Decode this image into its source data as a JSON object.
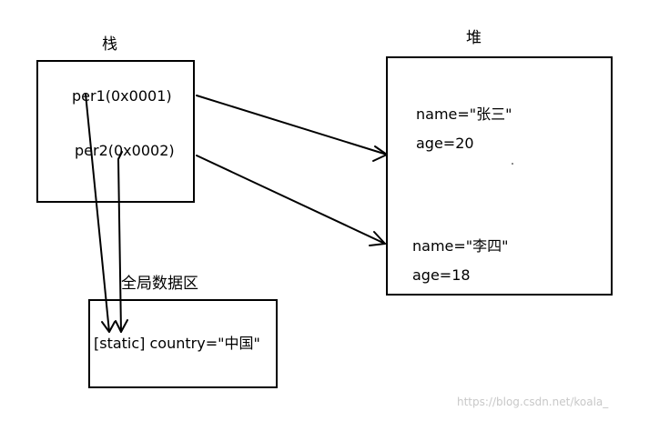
{
  "stack": {
    "label": "栈",
    "vars": [
      {
        "text": "per1(0x0001)"
      },
      {
        "text": "per2(0x0002)"
      }
    ]
  },
  "heap": {
    "label": "堆",
    "objects": [
      {
        "name": "name=\"张三\"",
        "age": "age=20"
      },
      {
        "name": "name=\"李四\"",
        "age": "age=18"
      }
    ]
  },
  "global_area": {
    "label": "全局数据区",
    "content": "[static] country=\"中国\""
  },
  "watermark": "https://blog.csdn.net/koala_"
}
